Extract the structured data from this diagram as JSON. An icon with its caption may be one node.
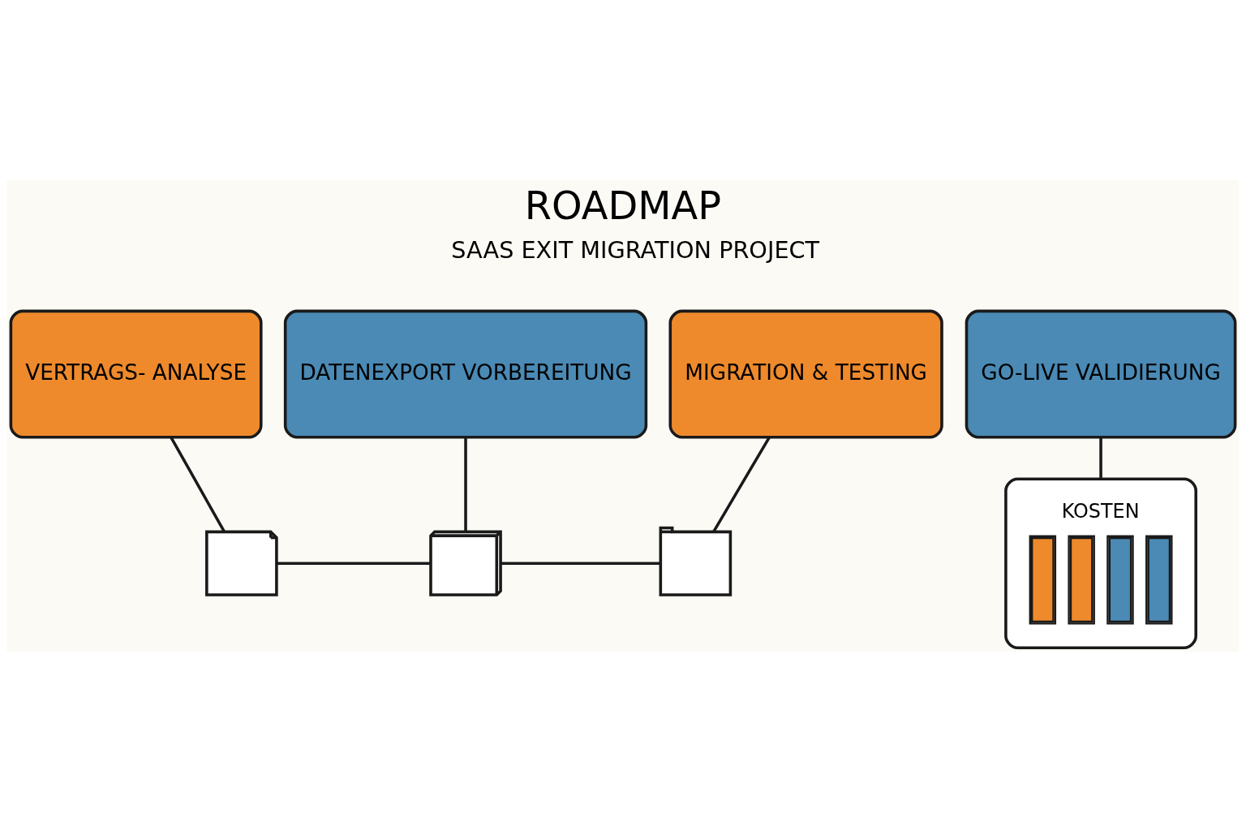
{
  "diagram": {
    "title": "ROADMAP",
    "nodes": [
      {
        "text": [
          "VERTRAGS- ANALYSE"
        ]
      },
      {
        "text": [
          "DATENEXPORT VORBEREITUNG"
        ]
      },
      {
        "text": [
          "MIGRATION & TESTING"
        ]
      },
      {
        "text": [
          "GO-LIVE VALIDIERUNG"
        ]
      },
      {
        "text": [],
        "shape": "document"
      },
      {
        "text": [],
        "shape": "monitor"
      },
      {
        "text": [],
        "shape": "window"
      },
      {
        "text": [
          "KOSTEN"
        ]
      }
    ],
    "edges": [
      {
        "from": 0,
        "to": 4,
        "arrow": "none"
      },
      {
        "from": 1,
        "to": 5,
        "arrow": "none"
      },
      {
        "from": 2,
        "to": 6,
        "arrow": "none"
      },
      {
        "from": 3,
        "to": 7,
        "arrow": "none"
      },
      {
        "from": 4,
        "to": 5,
        "arrow": "none"
      },
      {
        "from": 5,
        "to": 6,
        "arrow": "none"
      }
    ],
    "labels": [
      "SAAS EXIT MIGRATION PROJECT"
    ]
  }
}
